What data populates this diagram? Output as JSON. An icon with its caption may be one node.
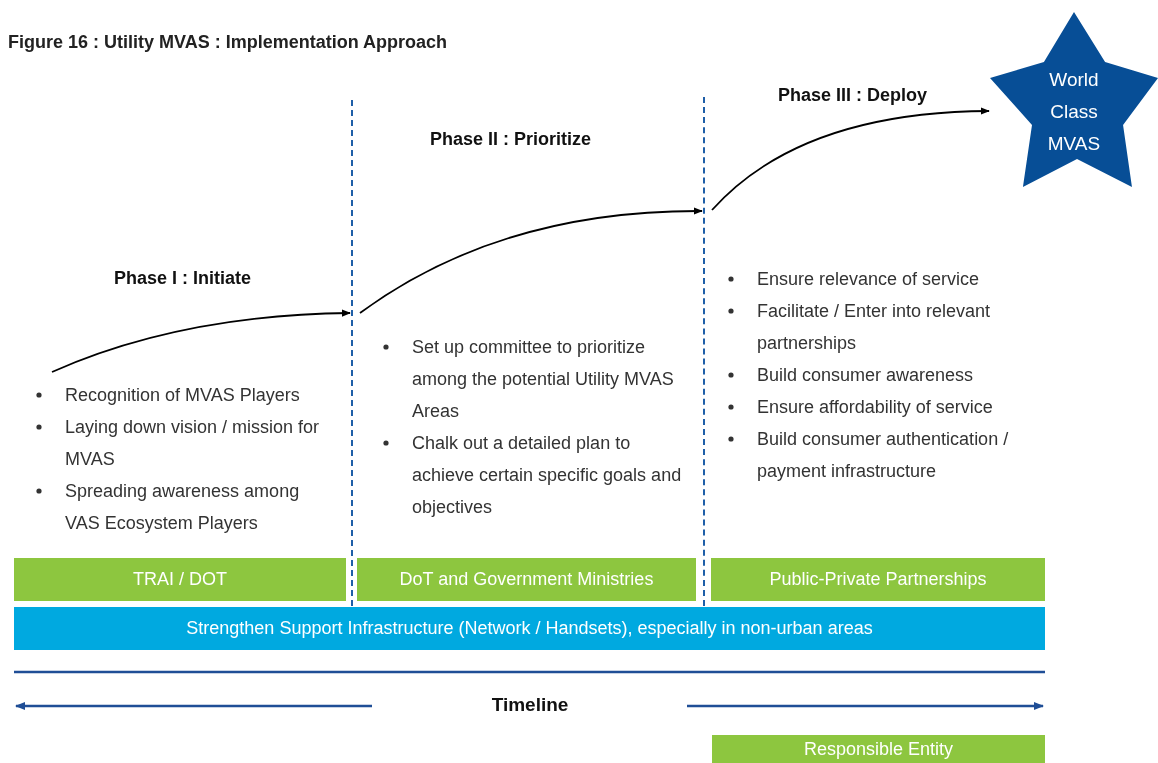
{
  "diagram": {
    "title": "Figure 16 : Utility MVAS : Implementation Approach",
    "nodes": [
      {
        "text": [
          "World Class MVAS"
        ]
      },
      {
        "text": [
          "TRAI / DOT"
        ]
      },
      {
        "text": [
          "DoT and Government Ministries"
        ]
      },
      {
        "text": [
          "Public-Private Partnerships"
        ]
      },
      {
        "text": [
          "Strengthen Support Infrastructure (Network / Handsets), especially in non-urban areas"
        ]
      },
      {
        "text": [],
        "shape": "bar"
      },
      {
        "text": [],
        "shape": "bar"
      }
    ],
    "edges": [
      {
        "from": null,
        "to": 5,
        "arrow": "to",
        "label": "Phase I : Initiate"
      },
      {
        "from": 5,
        "to": 6,
        "arrow": "to",
        "label": "Phase II : Prioritize"
      },
      {
        "from": 6,
        "to": 0,
        "arrow": "to",
        "label": "Phase III : Deploy"
      }
    ],
    "labels": [
      "Recognition of MVAS Players",
      "Laying down vision / mission for MVAS",
      "Spreading awareness among VAS Ecosystem Players",
      "Set up committee to prioritize among the potential Utility MVAS Areas",
      "Chalk out a detailed plan to achieve certain specific goals and objectives",
      "Ensure relevance of service",
      "Facilitate / Enter into relevant partnerships",
      "Build consumer awareness",
      "Ensure affordability of service",
      "Build consumer authentication / payment infrastructure",
      "Timeline"
    ],
    "legend": [
      {
        "text": "Responsible Entity",
        "color": "#8dc63f"
      }
    ]
  }
}
